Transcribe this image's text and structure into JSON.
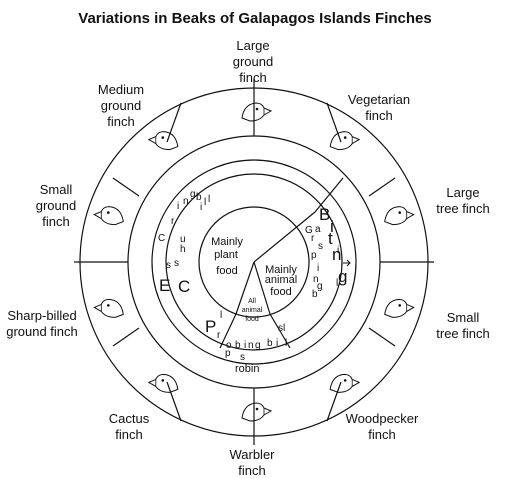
{
  "title": "Variations in Beaks of Galapagos Islands Finches",
  "finches": [
    {
      "key": "large-ground-finch",
      "lines": [
        "Large",
        "ground",
        "finch"
      ]
    },
    {
      "key": "vegetarian-finch",
      "lines": [
        "Vegetarian",
        "finch"
      ]
    },
    {
      "key": "large-tree-finch",
      "lines": [
        "Large",
        "tree finch"
      ]
    },
    {
      "key": "small-tree-finch",
      "lines": [
        "Small",
        "tree finch"
      ]
    },
    {
      "key": "woodpecker-finch",
      "lines": [
        "Woodpecker",
        "finch"
      ]
    },
    {
      "key": "warbler-finch",
      "lines": [
        "Warbler",
        "finch"
      ]
    },
    {
      "key": "cactus-finch",
      "lines": [
        "Cactus",
        "finch"
      ]
    },
    {
      "key": "sharp-billed-ground-finch",
      "lines": [
        "Sharp-billed",
        "ground finch"
      ]
    },
    {
      "key": "small-ground-finch",
      "lines": [
        "Small",
        "ground",
        "finch"
      ]
    },
    {
      "key": "medium-ground-finch",
      "lines": [
        "Medium",
        "ground",
        "finch"
      ]
    }
  ],
  "food": {
    "plant": [
      "Mainly",
      "plant",
      "food"
    ],
    "animal": [
      "Mainly",
      "animal",
      "food"
    ],
    "all_animal": [
      "All",
      "animal",
      "food"
    ]
  },
  "beak_type_letters": {
    "crushing": [
      "C",
      "r",
      "u",
      "s",
      "h",
      "i",
      "n",
      "g",
      "b",
      "i",
      "l",
      "l",
      "s"
    ],
    "grasping": [
      "G",
      "r",
      "a",
      "s",
      "p",
      "i",
      "n",
      "g",
      "b",
      "i",
      "l",
      "l",
      "s"
    ],
    "probing": [
      "P",
      "r",
      "o",
      "b",
      "i",
      "n",
      "g",
      "b",
      "i",
      "l",
      "l",
      "s"
    ],
    "large_marks": [
      "B",
      "i",
      "t",
      "i",
      "n",
      "g",
      "E",
      "C",
      "P",
      "p",
      "robin"
    ]
  },
  "colors": {
    "line": "#111111",
    "background": "#ffffff",
    "text": "#111111"
  },
  "icons": [
    "finch-head-icon"
  ]
}
